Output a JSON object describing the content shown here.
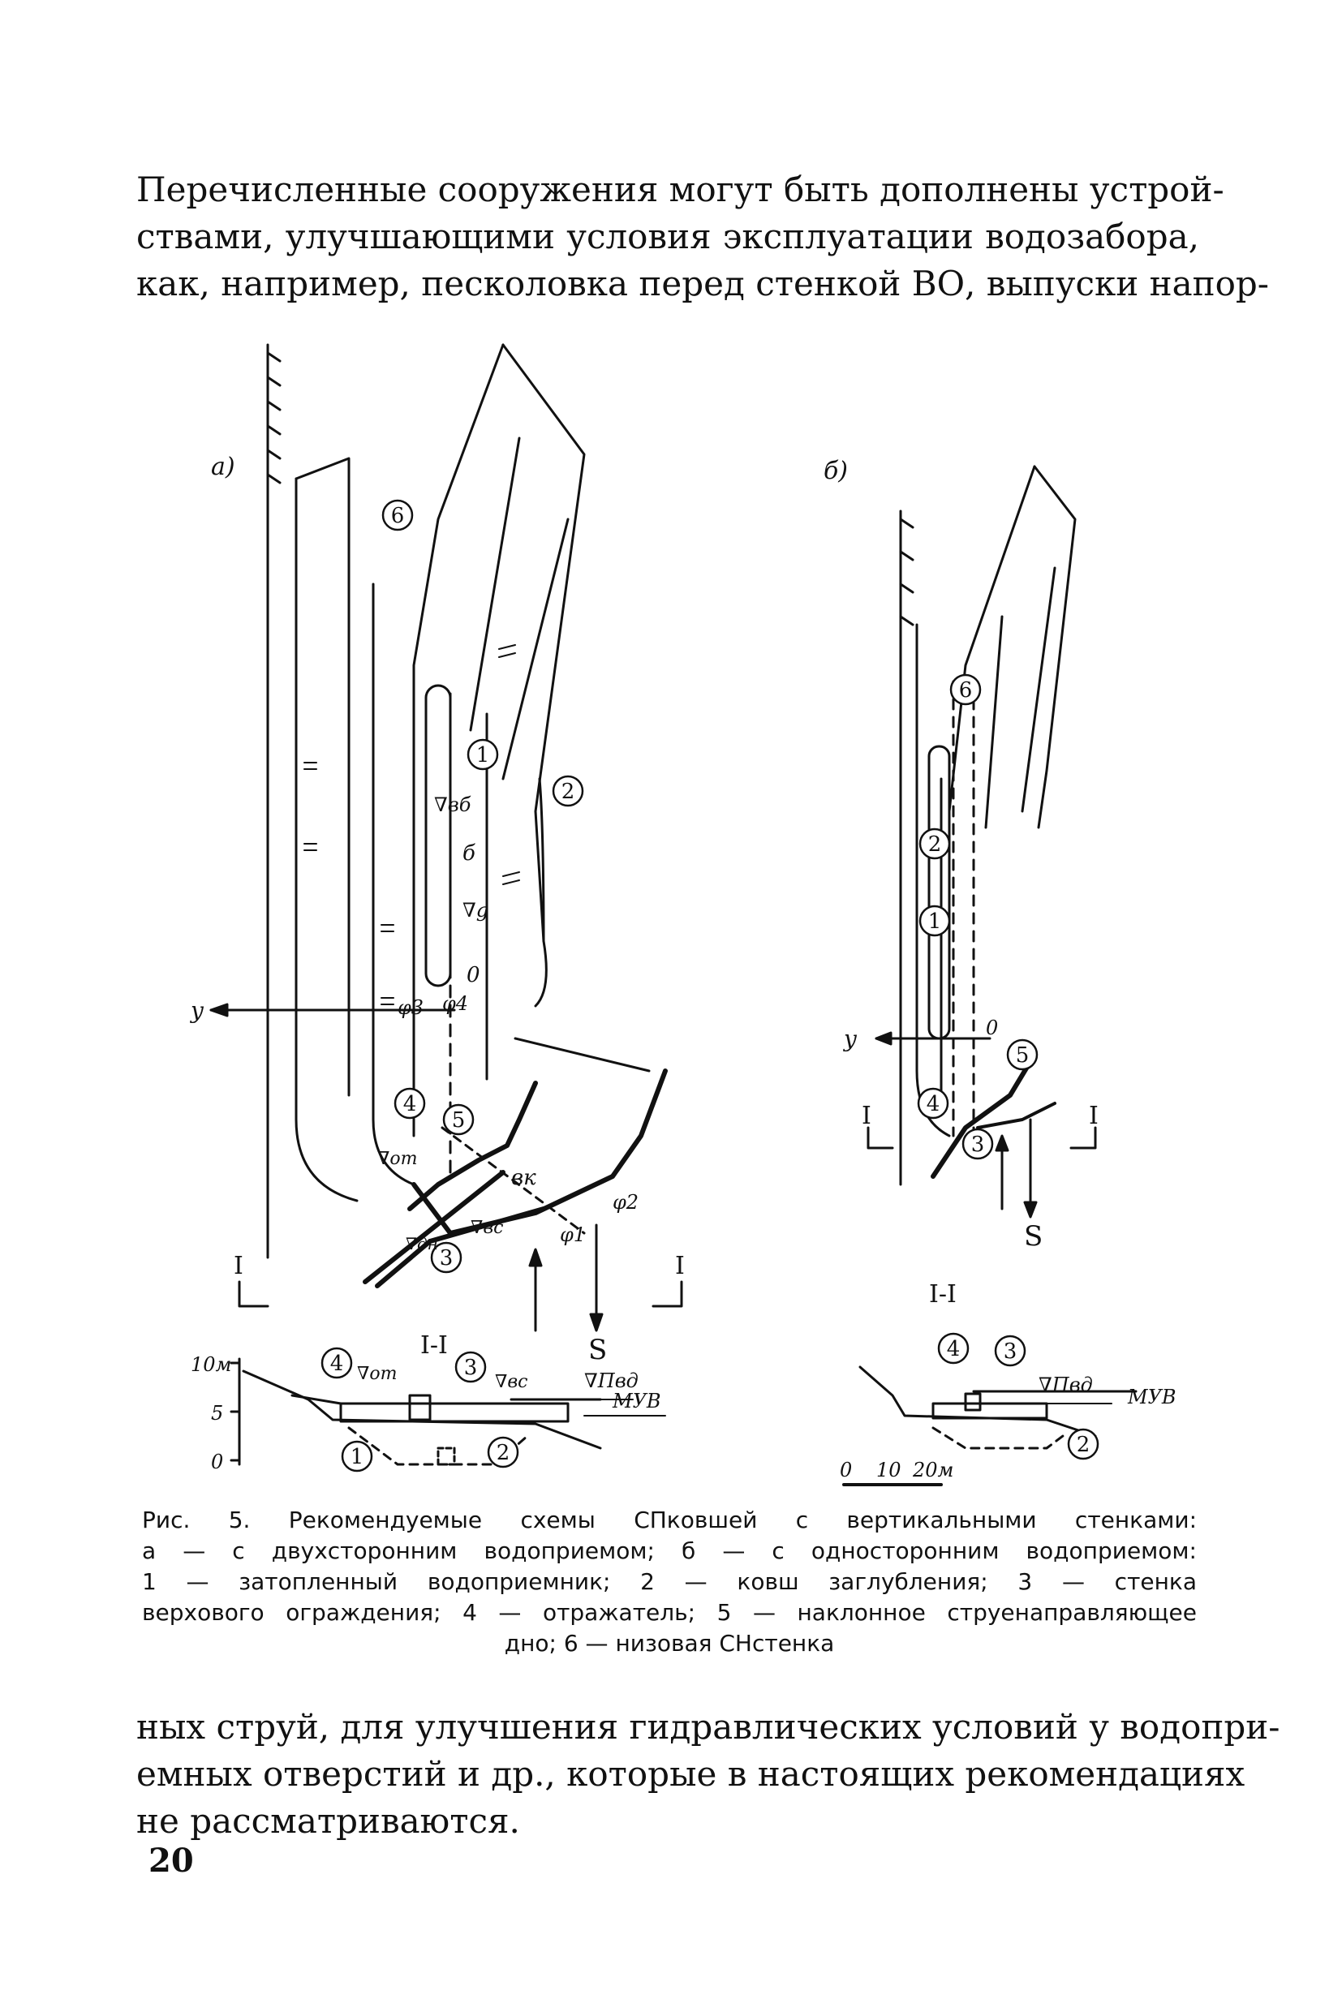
{
  "paragraph_top": [
    "Перечисленные сооружения могут быть дополнены устрой-",
    "ствами, улучшающими условия эксплуатации водозабора,",
    "как, например, песколовка перед стенкой ВО, выпуски напор-"
  ],
  "figure": {
    "panel_a_label": "а)",
    "panel_b_label": "б)",
    "circled": [
      "1",
      "2",
      "3",
      "4",
      "5",
      "6"
    ],
    "labels_a": {
      "vb": "∇вб",
      "b": "б",
      "vg": "∇g",
      "zero": "0",
      "y": "y",
      "phi3": "φ3",
      "phi4": "φ4",
      "vot": "∇от",
      "bk": "вк",
      "phi2": "φ2",
      "phi1": "φ1",
      "vvs": "∇вс",
      "vdn": "∇дн",
      "section_left": "I",
      "section_right": "I",
      "s": "S"
    },
    "labels_b": {
      "zero": "0",
      "y": "y",
      "section_left": "I",
      "section_right": "I",
      "s": "S"
    },
    "section_a": {
      "title": "I-I",
      "vot": "∇от",
      "vvs": "∇вс",
      "pvd": "∇Пвд",
      "muv": "МУВ",
      "scale_ticks": [
        "10м",
        "5",
        "0"
      ]
    },
    "section_b": {
      "title": "I-I",
      "pvd": "∇Пвд",
      "muv": "МУВ",
      "scale": [
        "0",
        "10",
        "20м"
      ]
    }
  },
  "caption": [
    "Рис. 5. Рекомендуемые схемы СПковшей с вертикальными стенками:",
    "а — с двухсторонним водоприемом; б — с односторонним водоприемом:",
    "1 — затопленный водоприемник; 2 — ковш заглубления; 3 — стенка",
    "верхового ограждения; 4 — отражатель; 5 — наклонное струенаправляющее",
    "дно; 6 — низовая СНстенка"
  ],
  "paragraph_bottom": [
    "ных струй, для улучшения гидравлических условий у водопри-",
    "емных отверстий и др., которые в настоящих рекомендациях",
    "не рассматриваются."
  ],
  "page_number": "20"
}
